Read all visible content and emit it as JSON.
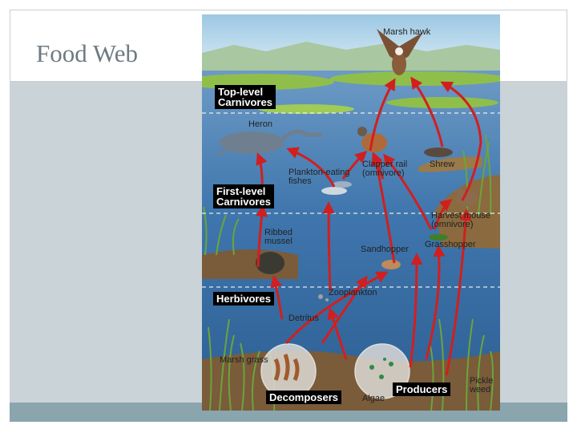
{
  "slide": {
    "title": "Food Web"
  },
  "tiers": {
    "top": "Top-level\nCarnivores",
    "first": "First-level\nCarnivores",
    "herbivores": "Herbivores",
    "producers": "Producers",
    "decomposers": "Decomposers"
  },
  "organisms": {
    "marsh_hawk": "Marsh hawk",
    "heron": "Heron",
    "clapper_rail": "Clapper rail\n(omnivore)",
    "shrew": "Shrew",
    "plankton_fishes": "Plankton-eating\nfishes",
    "harvest_mouse": "Harvest mouse\n(omnivore)",
    "ribbed_mussel": "Ribbed\nmussel",
    "grasshopper": "Grasshopper",
    "sandhopper": "Sandhopper",
    "zooplankton": "Zooplankton",
    "detritus": "Detritus",
    "marsh_grass": "Marsh grass",
    "algae": "Algae",
    "pickle_weed": "Pickle\nweed"
  },
  "colors": {
    "arrow": "#d11f1f",
    "water": "#3f76ad",
    "sky": "#b9d6ea",
    "marsh": "#7fae3c"
  }
}
